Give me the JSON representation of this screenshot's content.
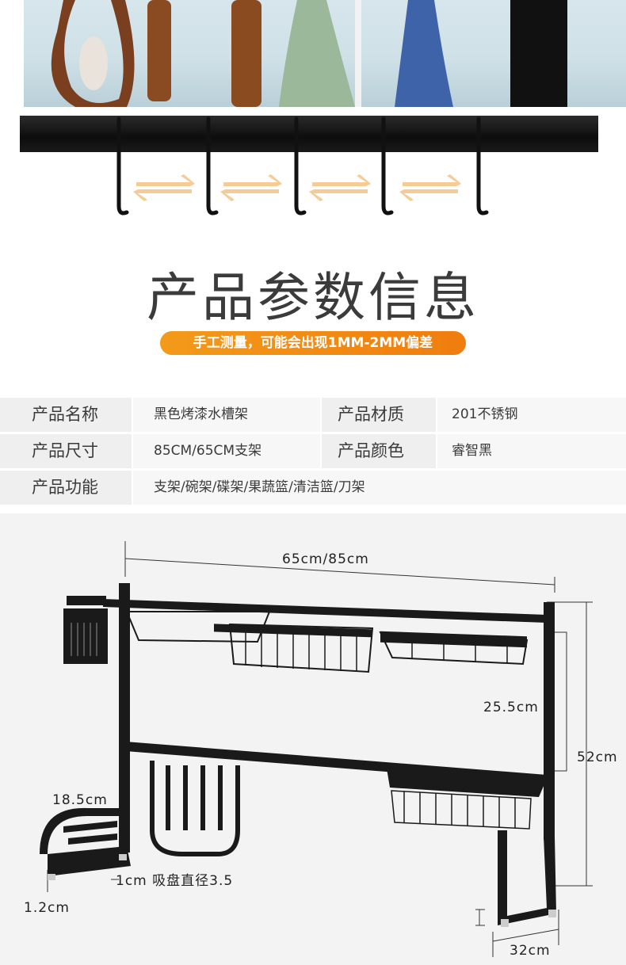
{
  "heading": {
    "title": "产品参数信息",
    "note": "手工测量，可能会出现1MM-2MM偏差"
  },
  "specs": {
    "rows": [
      {
        "k1": "产品名称",
        "v1": "黑色烤漆水槽架",
        "k2": "产品材质",
        "v2": "201不锈钢"
      },
      {
        "k1": "产品尺寸",
        "v1": "85CM/65CM支架",
        "k2": "产品颜色",
        "v2": "睿智黑"
      },
      {
        "k1": "产品功能",
        "v1": "支架/碗架/碟架/果蔬篮/清洁篮/刀架"
      }
    ]
  },
  "dimensions": {
    "width": "65cm/85cm",
    "middle_height": "25.5cm",
    "total_height": "52cm",
    "cutting_board_rack": "18.5cm",
    "suction_cup": "1cm 吸盘直径3.5",
    "foot_height": "1.2cm",
    "depth": "32cm"
  },
  "colors": {
    "accent": "#f08a12",
    "rack": "#1a1a1a"
  }
}
